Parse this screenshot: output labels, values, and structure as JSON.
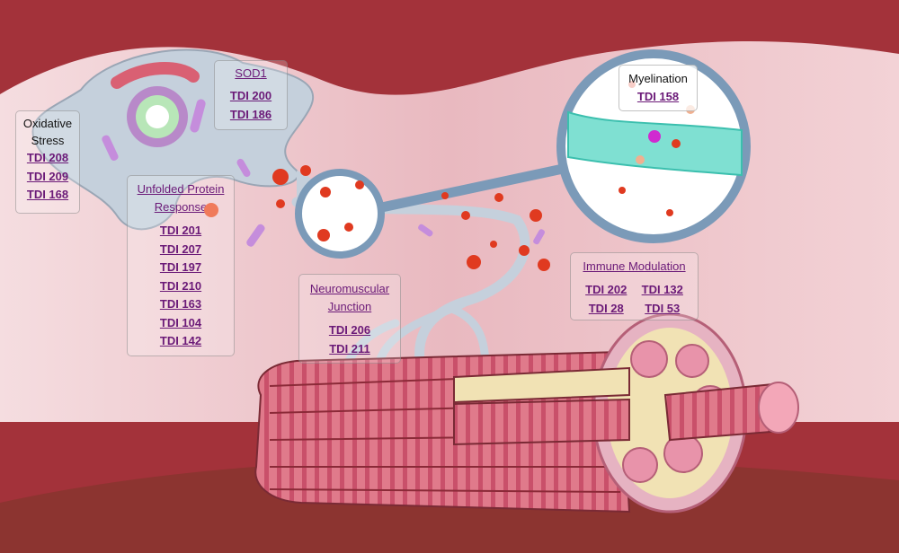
{
  "colors": {
    "background_top": "#a3323a",
    "background_band": "#f2d4d8",
    "floor": "#8c3430",
    "neuron": "#c5d0dc",
    "link": "#6b1a78",
    "muscle": "#d9697f",
    "myelin": "#7fe0d2"
  },
  "icons": [
    "neuron",
    "muscle-fiber-bundle",
    "magnifier-circle",
    "vesicle-dots"
  ],
  "oxidative_stress": {
    "title_line1": "Oxidative",
    "title_line2": "Stress",
    "links": [
      "TDI 208",
      "TDI 209",
      "TDI 168"
    ]
  },
  "sod1": {
    "title": "SOD1",
    "links": [
      "TDI 200",
      "TDI 186"
    ]
  },
  "unfolded_protein": {
    "title_line1": "Unfolded Protein",
    "title_line2": "Response",
    "links": [
      "TDI 201",
      "TDI 207",
      "TDI 197",
      "TDI 210",
      "TDI 163",
      "TDI 104",
      "TDI 142"
    ]
  },
  "neuromuscular": {
    "title_line1": "Neuromuscular",
    "title_line2": "Junction",
    "links": [
      "TDI 206",
      "TDI 211"
    ]
  },
  "immune": {
    "title": "Immune Modulation",
    "links": [
      "TDI 202",
      "TDI 132",
      "TDI 28",
      "TDI 53"
    ]
  },
  "myelination": {
    "title": "Myelination",
    "links": [
      "TDI 158"
    ]
  }
}
